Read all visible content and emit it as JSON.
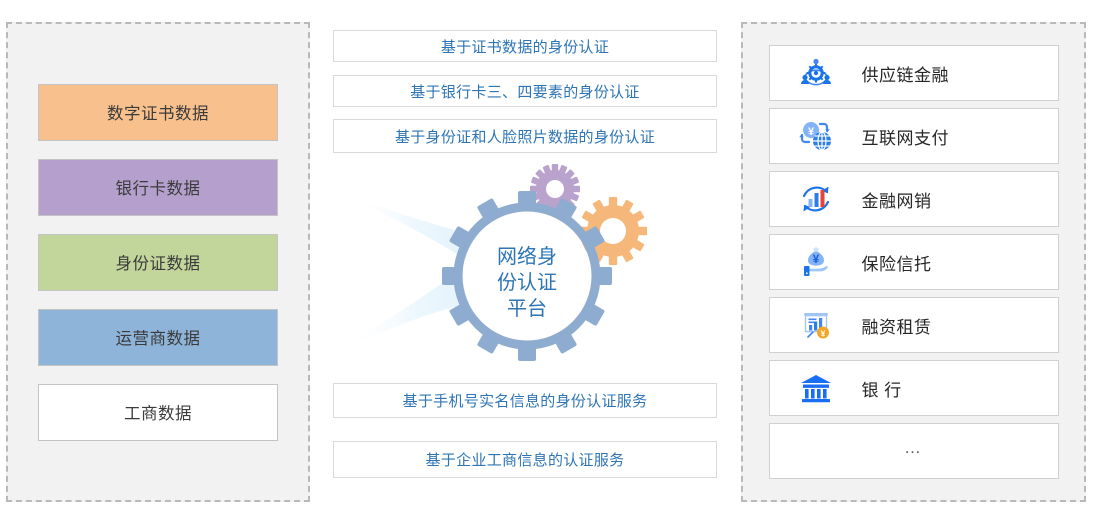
{
  "left_panel": {
    "name": "data-sources",
    "items": [
      {
        "label": "数字证书数据",
        "color": "#f8c08c"
      },
      {
        "label": "银行卡数据",
        "color": "#b5a0cd"
      },
      {
        "label": "身份证数据",
        "color": "#c2d69b"
      },
      {
        "label": "运营商数据",
        "color": "#8eb4d9"
      },
      {
        "label": "工商数据",
        "color": "#ffffff"
      }
    ]
  },
  "middle": {
    "top_services": [
      "基于证书数据的身份认证",
      "基于银行卡三、四要素的身份认证",
      "基于身份证和人脸照片数据的身份认证"
    ],
    "bottom_services": [
      "基于手机号实名信息的身份认证服务",
      "基于企业工商信息的认证服务"
    ],
    "platform": {
      "line1": "网络身",
      "line2": "份认证",
      "line3": "平台",
      "gear_main_color": "#8eabd0",
      "gear_purple_color": "#b9a3cd",
      "gear_orange_color": "#f5b77a",
      "arrow_color": "#d9eefb",
      "text_color": "#2e75b6"
    }
  },
  "right_panel": {
    "name": "application-scenarios",
    "items": [
      {
        "label": "供应链金融",
        "icon": "supply-chain-finance-icon"
      },
      {
        "label": "互联网支付",
        "icon": "internet-payment-icon"
      },
      {
        "label": "金融网销",
        "icon": "financial-online-sales-icon"
      },
      {
        "label": "保险信托",
        "icon": "insurance-trust-icon"
      },
      {
        "label": "融资租赁",
        "icon": "financial-leasing-icon"
      },
      {
        "label": "银 行",
        "icon": "bank-icon"
      },
      {
        "label": "…",
        "icon": "none"
      }
    ]
  },
  "colors": {
    "panel_bg": "#f2f2f2",
    "panel_dash_border": "#b9b9b9",
    "link_blue": "#2e75b6",
    "icon_blue": "#1a73e8",
    "icon_light_blue": "#84b4f5",
    "icon_gold": "#f5a623"
  }
}
